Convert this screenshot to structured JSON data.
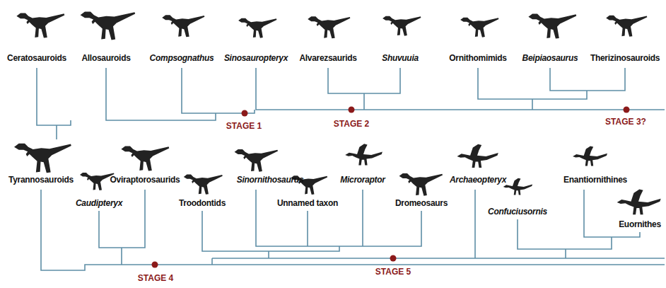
{
  "diagram": {
    "labels": [
      "Ceratosauroids",
      "Allosauroids",
      "Compsognathus",
      "Sinosauropteryx",
      "Alvarezsaurids",
      "Shuvuuia",
      "Ornithomimids",
      "Beipiaosaurus",
      "Therizinosauroids",
      "STAGE 1",
      "STAGE 2",
      "STAGE 3?",
      "Tyrannosauroids",
      "Oviraptorosaurids",
      "Sinornithosaurus",
      "Microraptor",
      "Archaeopteryx",
      "Enantiornithines",
      "Caudipteryx",
      "Troodontids",
      "Unnamed taxon",
      "Dromeosaurs",
      "Confuciusornis",
      "Euornithes",
      "STAGE 4",
      "STAGE 5"
    ]
  }
}
